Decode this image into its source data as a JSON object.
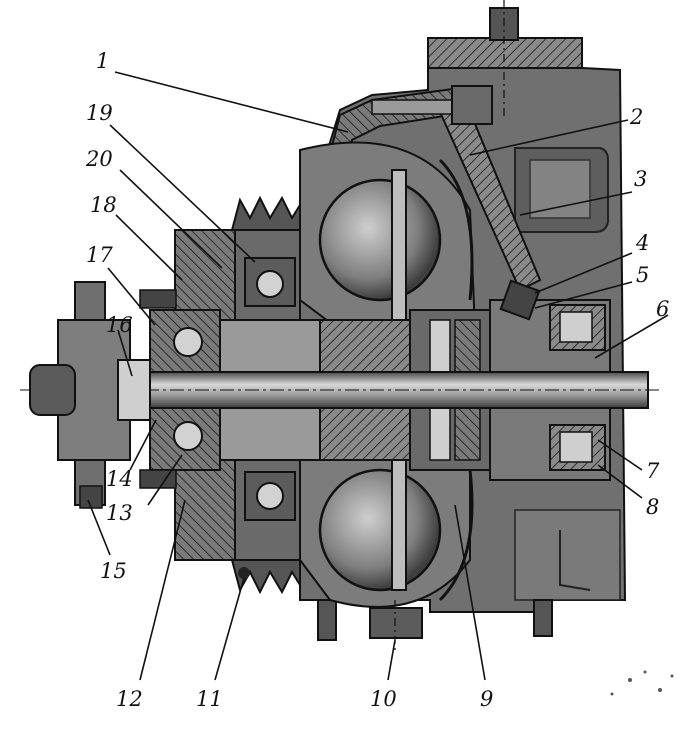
{
  "diagram": {
    "colors": {
      "background": "#ffffff",
      "ink": "#111111",
      "metal": "#6e6e6e",
      "metal_light": "#9a9a9a",
      "metal_dark": "#3a3a3a",
      "hatch": "#1a1a1a"
    },
    "callouts": [
      {
        "id": "1",
        "label": "1"
      },
      {
        "id": "2",
        "label": "2"
      },
      {
        "id": "3",
        "label": "3"
      },
      {
        "id": "4",
        "label": "4"
      },
      {
        "id": "5",
        "label": "5"
      },
      {
        "id": "6",
        "label": "6"
      },
      {
        "id": "7",
        "label": "7"
      },
      {
        "id": "8",
        "label": "8"
      },
      {
        "id": "9",
        "label": "9"
      },
      {
        "id": "10",
        "label": "10"
      },
      {
        "id": "11",
        "label": "11"
      },
      {
        "id": "12",
        "label": "12"
      },
      {
        "id": "13",
        "label": "13"
      },
      {
        "id": "14",
        "label": "14"
      },
      {
        "id": "15",
        "label": "15"
      },
      {
        "id": "16",
        "label": "16"
      },
      {
        "id": "17",
        "label": "17"
      },
      {
        "id": "18",
        "label": "18"
      },
      {
        "id": "19",
        "label": "19"
      },
      {
        "id": "20",
        "label": "20"
      }
    ]
  }
}
